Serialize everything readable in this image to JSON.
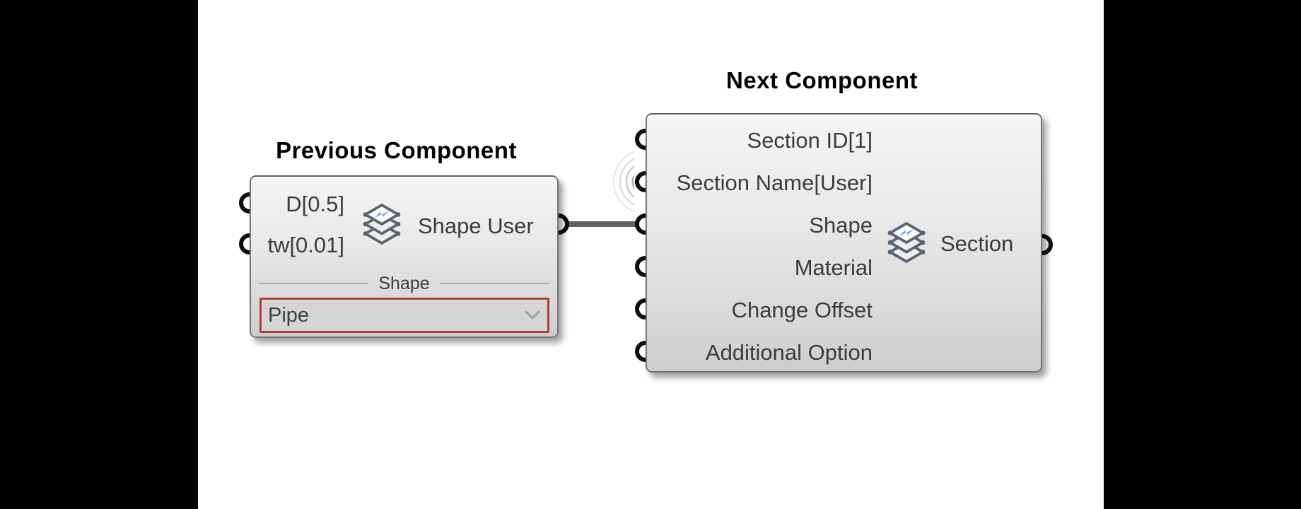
{
  "page": {
    "background": "#000000",
    "canvas_background": "#ffffff"
  },
  "previous_component": {
    "title": "Previous Component",
    "inputs": [
      {
        "label": "D[0.5]"
      },
      {
        "label": "tw[0.01]"
      }
    ],
    "label": "Shape User",
    "icon": "layers-stack-icon",
    "divider_label": "Shape",
    "dropdown": {
      "value": "Pipe",
      "border_color": "#b13b3b"
    }
  },
  "next_component": {
    "title": "Next Component",
    "inputs": [
      {
        "label": "Section ID[1]"
      },
      {
        "label": "Section Name[User]",
        "indicator": "wireless-ripple"
      },
      {
        "label": "Shape",
        "connected": true
      },
      {
        "label": "Material"
      },
      {
        "label": "Change Offset"
      },
      {
        "label": "Additional Option"
      }
    ],
    "label": "Section",
    "icon": "layers-stack-icon"
  },
  "connection": {
    "from": "Shape User output",
    "to": "Shape input",
    "color": "#636363"
  },
  "colors": {
    "dropdown_highlight": "#b13b3b",
    "component_border": "#757575",
    "grip": "#0d0d0d",
    "icon_blue": "#6aa0e8",
    "ripple": "#adadad"
  }
}
